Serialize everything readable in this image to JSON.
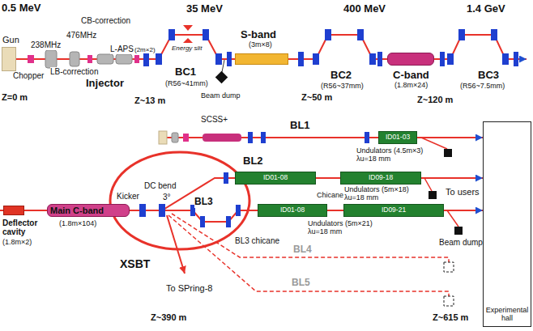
{
  "diagram": {
    "nodes": [
      {
        "text": [
          "Gun"
        ]
      },
      {
        "text": [
          "S-band",
          "(3m×8)"
        ]
      },
      {
        "text": [
          "C-band",
          "(1.8m×24)"
        ]
      },
      {
        "text": [
          "ID01-03"
        ]
      },
      {
        "text": [
          "ID01-08"
        ]
      },
      {
        "text": [
          "ID09-18"
        ]
      },
      {
        "text": [
          "Deflector cavity",
          "(1.8m×2)"
        ]
      },
      {
        "text": [
          "Main C-band",
          "(1.8m×104)"
        ]
      },
      {
        "text": [
          "ID01-08"
        ]
      },
      {
        "text": [
          "ID09-21"
        ]
      },
      {
        "text": [
          "Experimental hall"
        ]
      }
    ],
    "edges": [
      {
        "from": 0,
        "to": 1,
        "arrow": "none"
      },
      {
        "from": 1,
        "to": 2,
        "arrow": "none"
      },
      {
        "from": 3,
        "to": 10,
        "arrow": "to"
      },
      {
        "from": 4,
        "to": 5,
        "arrow": "none"
      },
      {
        "from": 5,
        "to": 10,
        "arrow": "to"
      },
      {
        "from": 6,
        "to": 7,
        "arrow": "none"
      },
      {
        "from": 7,
        "to": 4,
        "arrow": "none"
      },
      {
        "from": 7,
        "to": 8,
        "arrow": "none"
      },
      {
        "from": 8,
        "to": 9,
        "arrow": "none"
      },
      {
        "from": 9,
        "to": 10,
        "arrow": "to"
      }
    ],
    "labels": [
      "0.5 MeV",
      "35 MeV",
      "400 MeV",
      "1.4 GeV",
      "CB-correction",
      "238MHz",
      "476MHz",
      "L-APS",
      "(2m×2)",
      "Energy slit",
      "Chopper",
      "LB-correction",
      "Injector",
      "BC1",
      "(R56~41mm)",
      "Beam dump",
      "BC2",
      "(R56~37mm)",
      "BC3",
      "(R56~7.5mm)",
      "Z=0 m",
      "Z~13 m",
      "Z~50 m",
      "Z~120 m",
      "SCSS+",
      "BL1",
      "Undulators (4.5m×3) λu=18 mm",
      "BL2",
      "Undulators (5m×18) λu=18 mm",
      "Chicane",
      "To users",
      "Kicker",
      "DC bend",
      "3°",
      "BL3",
      "BL3 chicane",
      "Undulators (5m×21) λu=18 mm",
      "Beam dump",
      "BL4",
      "XSBT",
      "BL5",
      "To SPring-8",
      "Z~390 m",
      "Z~615 m"
    ]
  }
}
